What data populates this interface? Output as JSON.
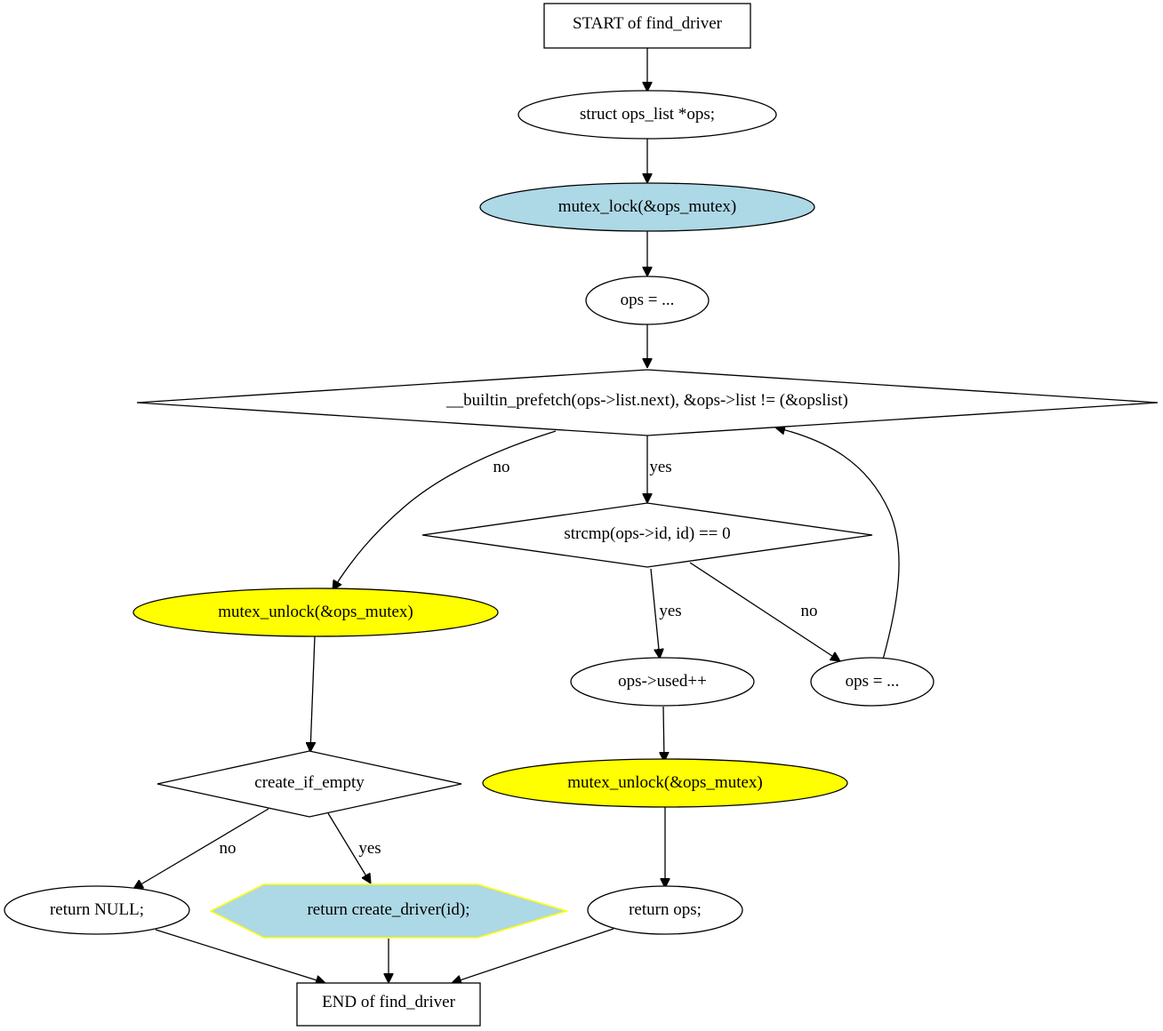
{
  "diagram": {
    "nodes": {
      "start": {
        "label": "START of find_driver",
        "shape": "box",
        "fill": "#ffffff"
      },
      "decl": {
        "label": "struct ops_list *ops;",
        "shape": "ellipse",
        "fill": "#ffffff"
      },
      "lock": {
        "label": "mutex_lock(&ops_mutex)",
        "shape": "ellipse",
        "fill": "#add8e6"
      },
      "init": {
        "label": "ops = ...",
        "shape": "ellipse",
        "fill": "#ffffff"
      },
      "loop": {
        "label": "__builtin_prefetch(ops->list.next), &ops->list != (&opslist)",
        "shape": "diamond",
        "fill": "#ffffff"
      },
      "cmp": {
        "label": "strcmp(ops->id, id) == 0",
        "shape": "diamond",
        "fill": "#ffffff"
      },
      "unlock_left": {
        "label": "mutex_unlock(&ops_mutex)",
        "shape": "ellipse",
        "fill": "#ffff00"
      },
      "used": {
        "label": "ops->used++",
        "shape": "ellipse",
        "fill": "#ffffff"
      },
      "next": {
        "label": "ops = ...",
        "shape": "ellipse",
        "fill": "#ffffff"
      },
      "create_if_empty": {
        "label": "create_if_empty",
        "shape": "diamond",
        "fill": "#ffffff"
      },
      "unlock_right": {
        "label": "mutex_unlock(&ops_mutex)",
        "shape": "ellipse",
        "fill": "#ffff00"
      },
      "ret_null": {
        "label": "return NULL;",
        "shape": "ellipse",
        "fill": "#ffffff"
      },
      "ret_create": {
        "label": "return create_driver(id);",
        "shape": "hexagon",
        "fill": "#add8e6",
        "stroke": "#ffff00"
      },
      "ret_ops": {
        "label": "return ops;",
        "shape": "ellipse",
        "fill": "#ffffff"
      },
      "end": {
        "label": "END of find_driver",
        "shape": "box",
        "fill": "#ffffff"
      }
    },
    "edge_labels": {
      "loop_no": "no",
      "loop_yes": "yes",
      "cmp_yes": "yes",
      "cmp_no": "no",
      "create_no": "no",
      "create_yes": "yes"
    }
  }
}
